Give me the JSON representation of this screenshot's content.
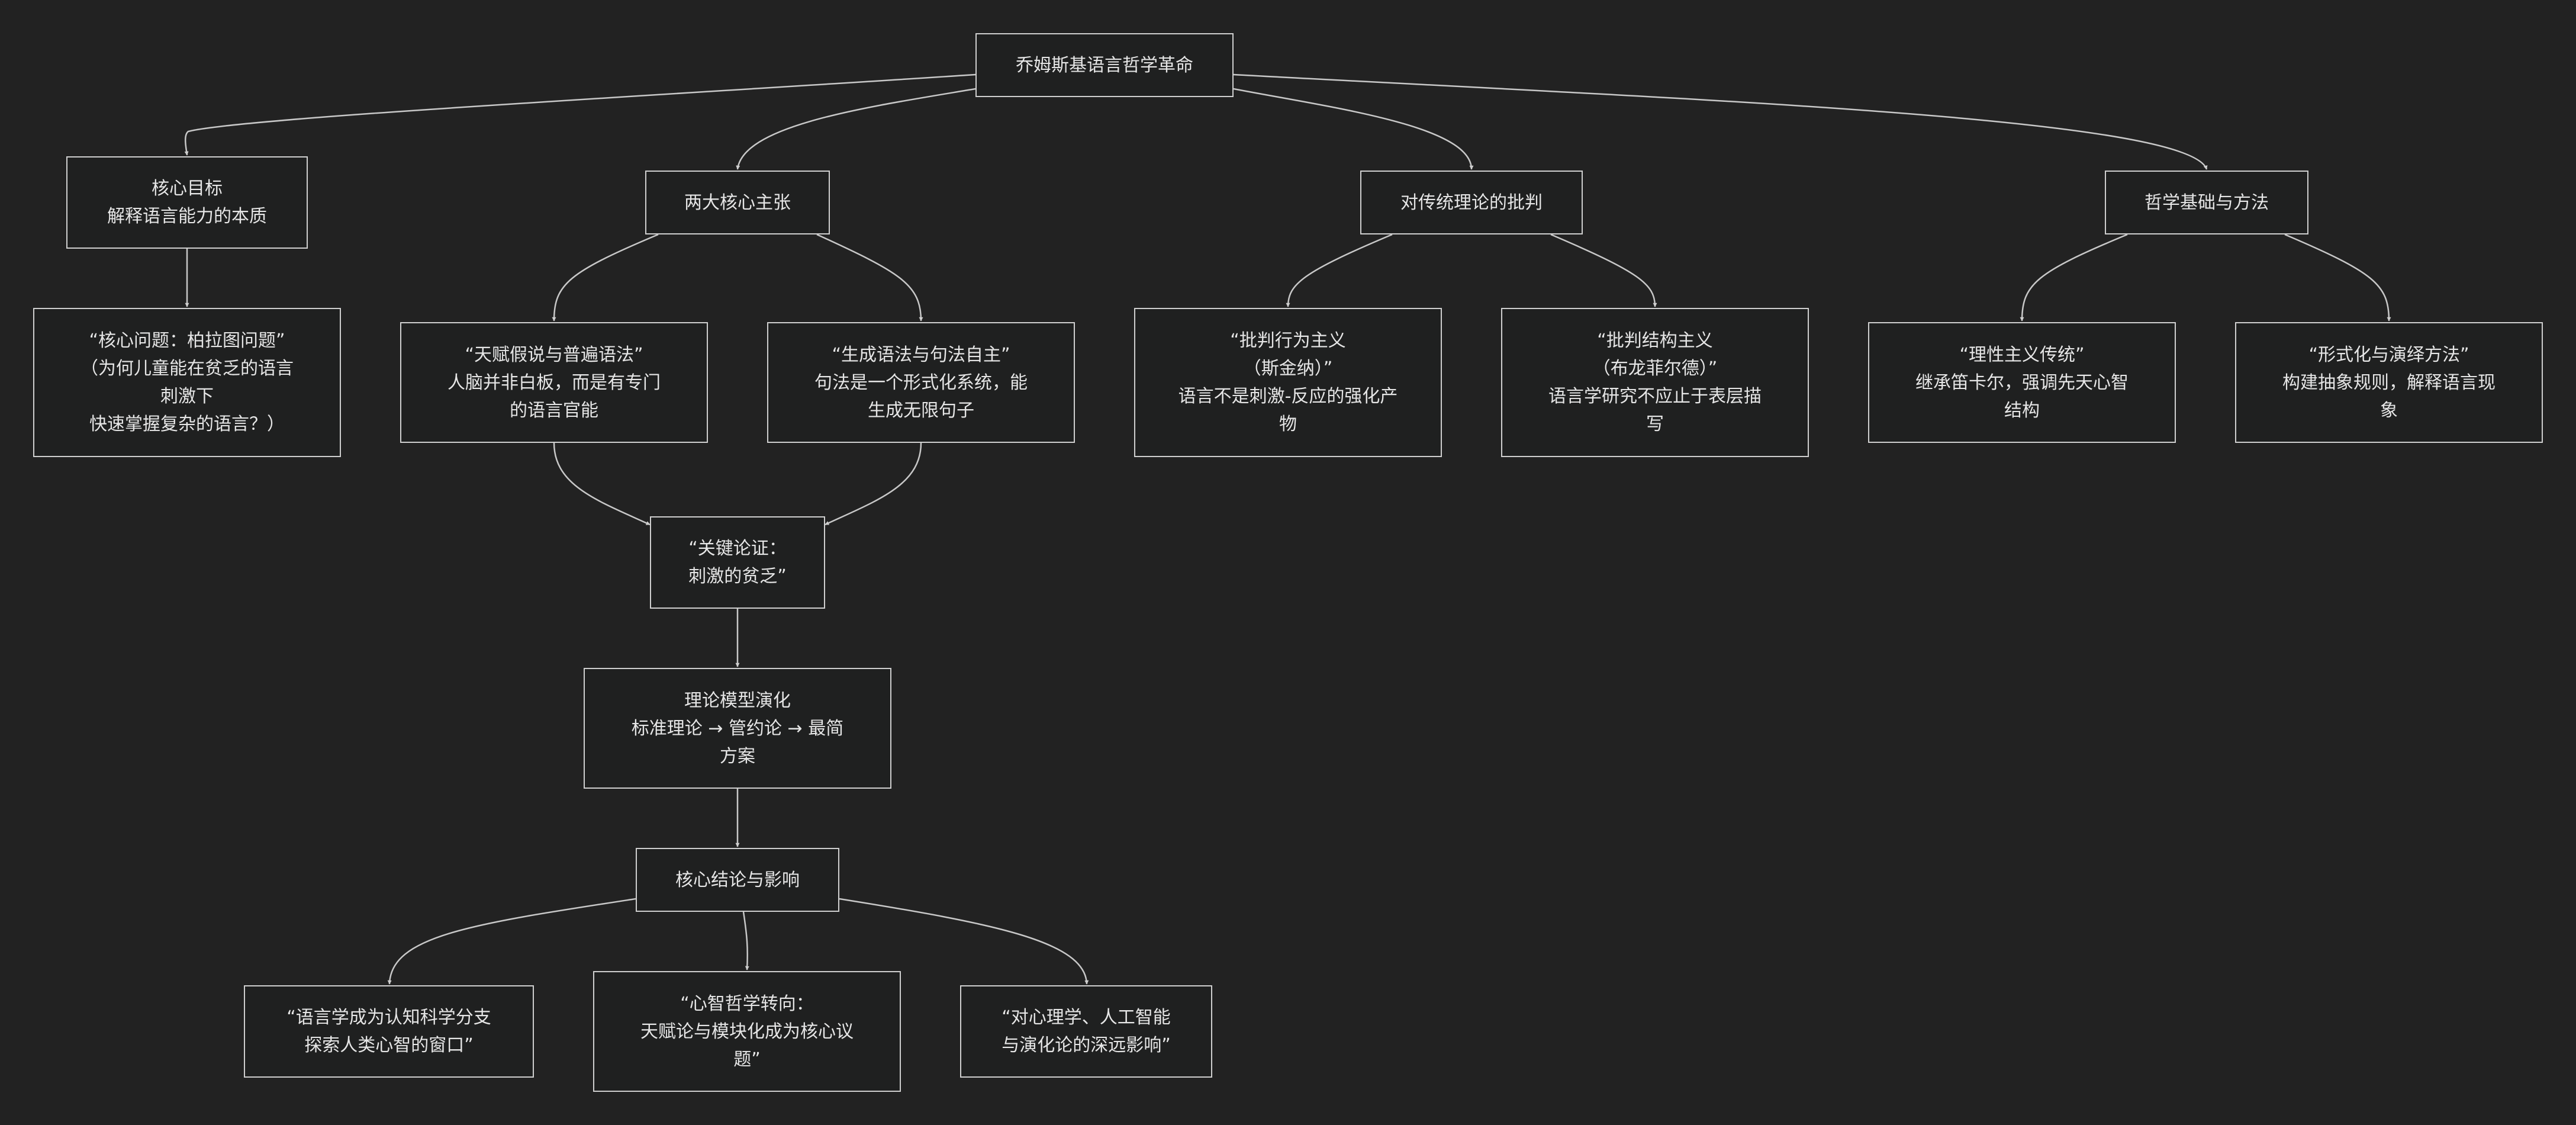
{
  "diagram": {
    "title": "乔姆斯基语言哲学革命",
    "nodes": {
      "root": {
        "lines": [
          "乔姆斯基语言哲学革命"
        ]
      },
      "goal": {
        "lines": [
          "核心目标",
          "解释语言能力的本质"
        ]
      },
      "two": {
        "lines": [
          "两大核心主张"
        ]
      },
      "crit": {
        "lines": [
          "对传统理论的批判"
        ]
      },
      "phil": {
        "lines": [
          "哲学基础与方法"
        ]
      },
      "plato": {
        "lines": [
          "“核心问题：柏拉图问题”",
          "（为何儿童能在贫乏的语言",
          "刺激下",
          "快速掌握复杂的语言？）"
        ]
      },
      "innate": {
        "lines": [
          "“天赋假说与普遍语法”",
          "人脑并非白板，而是有专门",
          "的语言官能"
        ]
      },
      "gen": {
        "lines": [
          "“生成语法与句法自主”",
          "句法是一个形式化系统，能",
          "生成无限句子"
        ]
      },
      "beh": {
        "lines": [
          "“批判行为主义",
          "（斯金纳）”",
          "语言不是刺激-反应的强化产",
          "物"
        ]
      },
      "str": {
        "lines": [
          "“批判结构主义",
          "（布龙菲尔德）”",
          "语言学研究不应止于表层描",
          "写"
        ]
      },
      "rat": {
        "lines": [
          "“理性主义传统”",
          "继承笛卡尔，强调先天心智",
          "结构"
        ]
      },
      "form": {
        "lines": [
          "“形式化与演绎方法”",
          "构建抽象规则，解释语言现",
          "象"
        ]
      },
      "pov": {
        "lines": [
          "“关键论证：",
          "刺激的贫乏”"
        ]
      },
      "model": {
        "lines": [
          "理论模型演化",
          "标准理论 → 管约论 → 最简",
          "方案"
        ]
      },
      "conc": {
        "lines": [
          "核心结论与影响"
        ]
      },
      "cog": {
        "lines": [
          "“语言学成为认知科学分支",
          "探索人类心智的窗口”"
        ]
      },
      "mind": {
        "lines": [
          "“心智哲学转向：",
          "天赋论与模块化成为核心议",
          "题”"
        ]
      },
      "aff": {
        "lines": [
          "“对心理学、人工智能",
          "与演化论的深远影响”"
        ]
      }
    },
    "edges": [
      [
        "root",
        "goal"
      ],
      [
        "root",
        "two"
      ],
      [
        "root",
        "crit"
      ],
      [
        "root",
        "phil"
      ],
      [
        "goal",
        "plato"
      ],
      [
        "two",
        "innate"
      ],
      [
        "two",
        "gen"
      ],
      [
        "crit",
        "beh"
      ],
      [
        "crit",
        "str"
      ],
      [
        "phil",
        "rat"
      ],
      [
        "phil",
        "form"
      ],
      [
        "innate",
        "pov"
      ],
      [
        "gen",
        "pov"
      ],
      [
        "pov",
        "model"
      ],
      [
        "model",
        "conc"
      ],
      [
        "conc",
        "cog"
      ],
      [
        "conc",
        "mind"
      ],
      [
        "conc",
        "aff"
      ]
    ],
    "colors": {
      "background": "#222222",
      "node_fill": "#1f2020",
      "node_border": "#cfcfcf",
      "text": "#e6e6e6",
      "edge": "#c8c8c8"
    }
  }
}
